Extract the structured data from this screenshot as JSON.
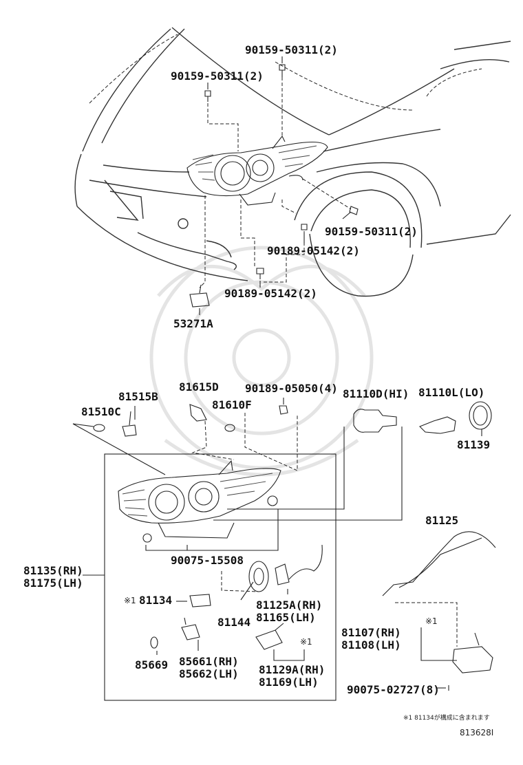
{
  "labels": {
    "bolt_top": "90159-50311(2)",
    "bolt_left": "90159-50311(2)",
    "bolt_right": "90159-50311(2)",
    "screw_upper": "90189-05142(2)",
    "screw_lower": "90189-05142(2)",
    "bracket": "53271A",
    "cap_c": "81510C",
    "socket_b": "81515B",
    "bulb_d": "81615D",
    "cap_f": "81610F",
    "screw_4": "90189-05050(4)",
    "hi_bulb": "81110D(HI)",
    "lo_bulb": "81110L(LO)",
    "lo_ring": "81139",
    "gasket_set": "90075-15508",
    "assy_rh": "81135(RH)",
    "assy_lh": "81175(LH)",
    "seal_mark": "※1",
    "seal": "81134",
    "cover": "81144",
    "wire_rh": "81125A(RH)",
    "wire_lh": "81165(LH)",
    "clip": "85669",
    "lamp_rh": "85661(RH)",
    "lamp_lh": "85662(LH)",
    "motor_mark": "※1",
    "motor_rh": "81129A(RH)",
    "motor_lh": "81169(LH)",
    "harness": "81125",
    "comp_mark": "※1",
    "comp_rh": "81107(RH)",
    "comp_lh": "81108(LH)",
    "screw_8": "90075-02727(8)"
  },
  "footnote": "※1 81134が構成に含まれます",
  "diagram_id": "813628I"
}
